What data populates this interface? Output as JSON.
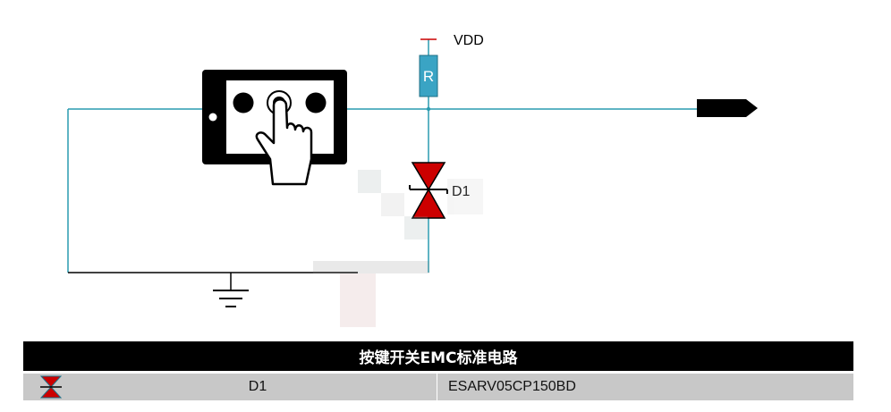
{
  "diagram": {
    "supply_label": "VDD",
    "resistor_label": "R",
    "diode_label": "D1"
  },
  "bom": {
    "title": "按键开关EMC标准电路",
    "rows": [
      {
        "icon": "tvs-diode-icon",
        "designator": "D1",
        "part_number": "ESARV05CP150BD"
      }
    ]
  },
  "colors": {
    "wire": "#2a9bb0",
    "diode": "#cc0000",
    "resistor": "#3aa4c4",
    "supply_tick": "#cc0000",
    "ground_wire": "#000000"
  }
}
